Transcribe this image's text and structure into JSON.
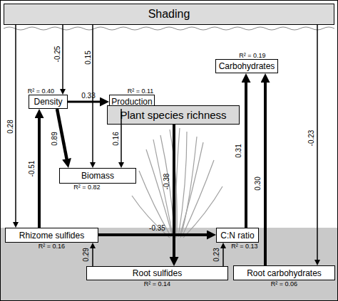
{
  "diagram": {
    "nodes": [
      {
        "text": [
          "Shading"
        ]
      },
      {
        "text": [
          "Density",
          "R² = 0.40"
        ]
      },
      {
        "text": [
          "Production",
          "R² = 0.11"
        ]
      },
      {
        "text": [
          "Carbohydrates",
          "R² = 0.19"
        ]
      },
      {
        "text": [
          "Plant species richness"
        ]
      },
      {
        "text": [
          "Biomass",
          "R² = 0.82"
        ]
      },
      {
        "text": [
          "Rhizome sulfides",
          "R² = 0.16"
        ]
      },
      {
        "text": [
          "C:N ratio",
          "R² = 0.13"
        ]
      },
      {
        "text": [
          "Root sulfides",
          "R² = 0.14"
        ]
      },
      {
        "text": [
          "Root carbohydrates",
          "R² = 0.06"
        ]
      }
    ],
    "edges": [
      {
        "from": 0,
        "to": 6,
        "arrow": "to",
        "label": "0.28"
      },
      {
        "from": 0,
        "to": 1,
        "arrow": "to",
        "label": "-0.25"
      },
      {
        "from": 0,
        "to": 5,
        "arrow": "to",
        "label": "0.15"
      },
      {
        "from": 0,
        "to": 9,
        "arrow": "to",
        "label": "-0.23"
      },
      {
        "from": 1,
        "to": 2,
        "arrow": "to",
        "label": "0.33"
      },
      {
        "from": 1,
        "to": 5,
        "arrow": "to",
        "label": "0.89"
      },
      {
        "from": 2,
        "to": 5,
        "arrow": "to",
        "label": "0.16"
      },
      {
        "from": 6,
        "to": 1,
        "arrow": "to",
        "label": "-0.51"
      },
      {
        "from": 6,
        "to": 7,
        "arrow": "to",
        "label": "-0.35"
      },
      {
        "from": 4,
        "to": 8,
        "arrow": "to",
        "label": "-0.38"
      },
      {
        "from": 8,
        "to": 6,
        "arrow": "to",
        "label": "0.29"
      },
      {
        "from": 8,
        "to": 7,
        "arrow": "to",
        "label": "0.23"
      },
      {
        "from": 7,
        "to": 3,
        "arrow": "to",
        "label": "0.31"
      },
      {
        "from": 9,
        "to": 3,
        "arrow": "to",
        "label": "0.30"
      }
    ]
  }
}
